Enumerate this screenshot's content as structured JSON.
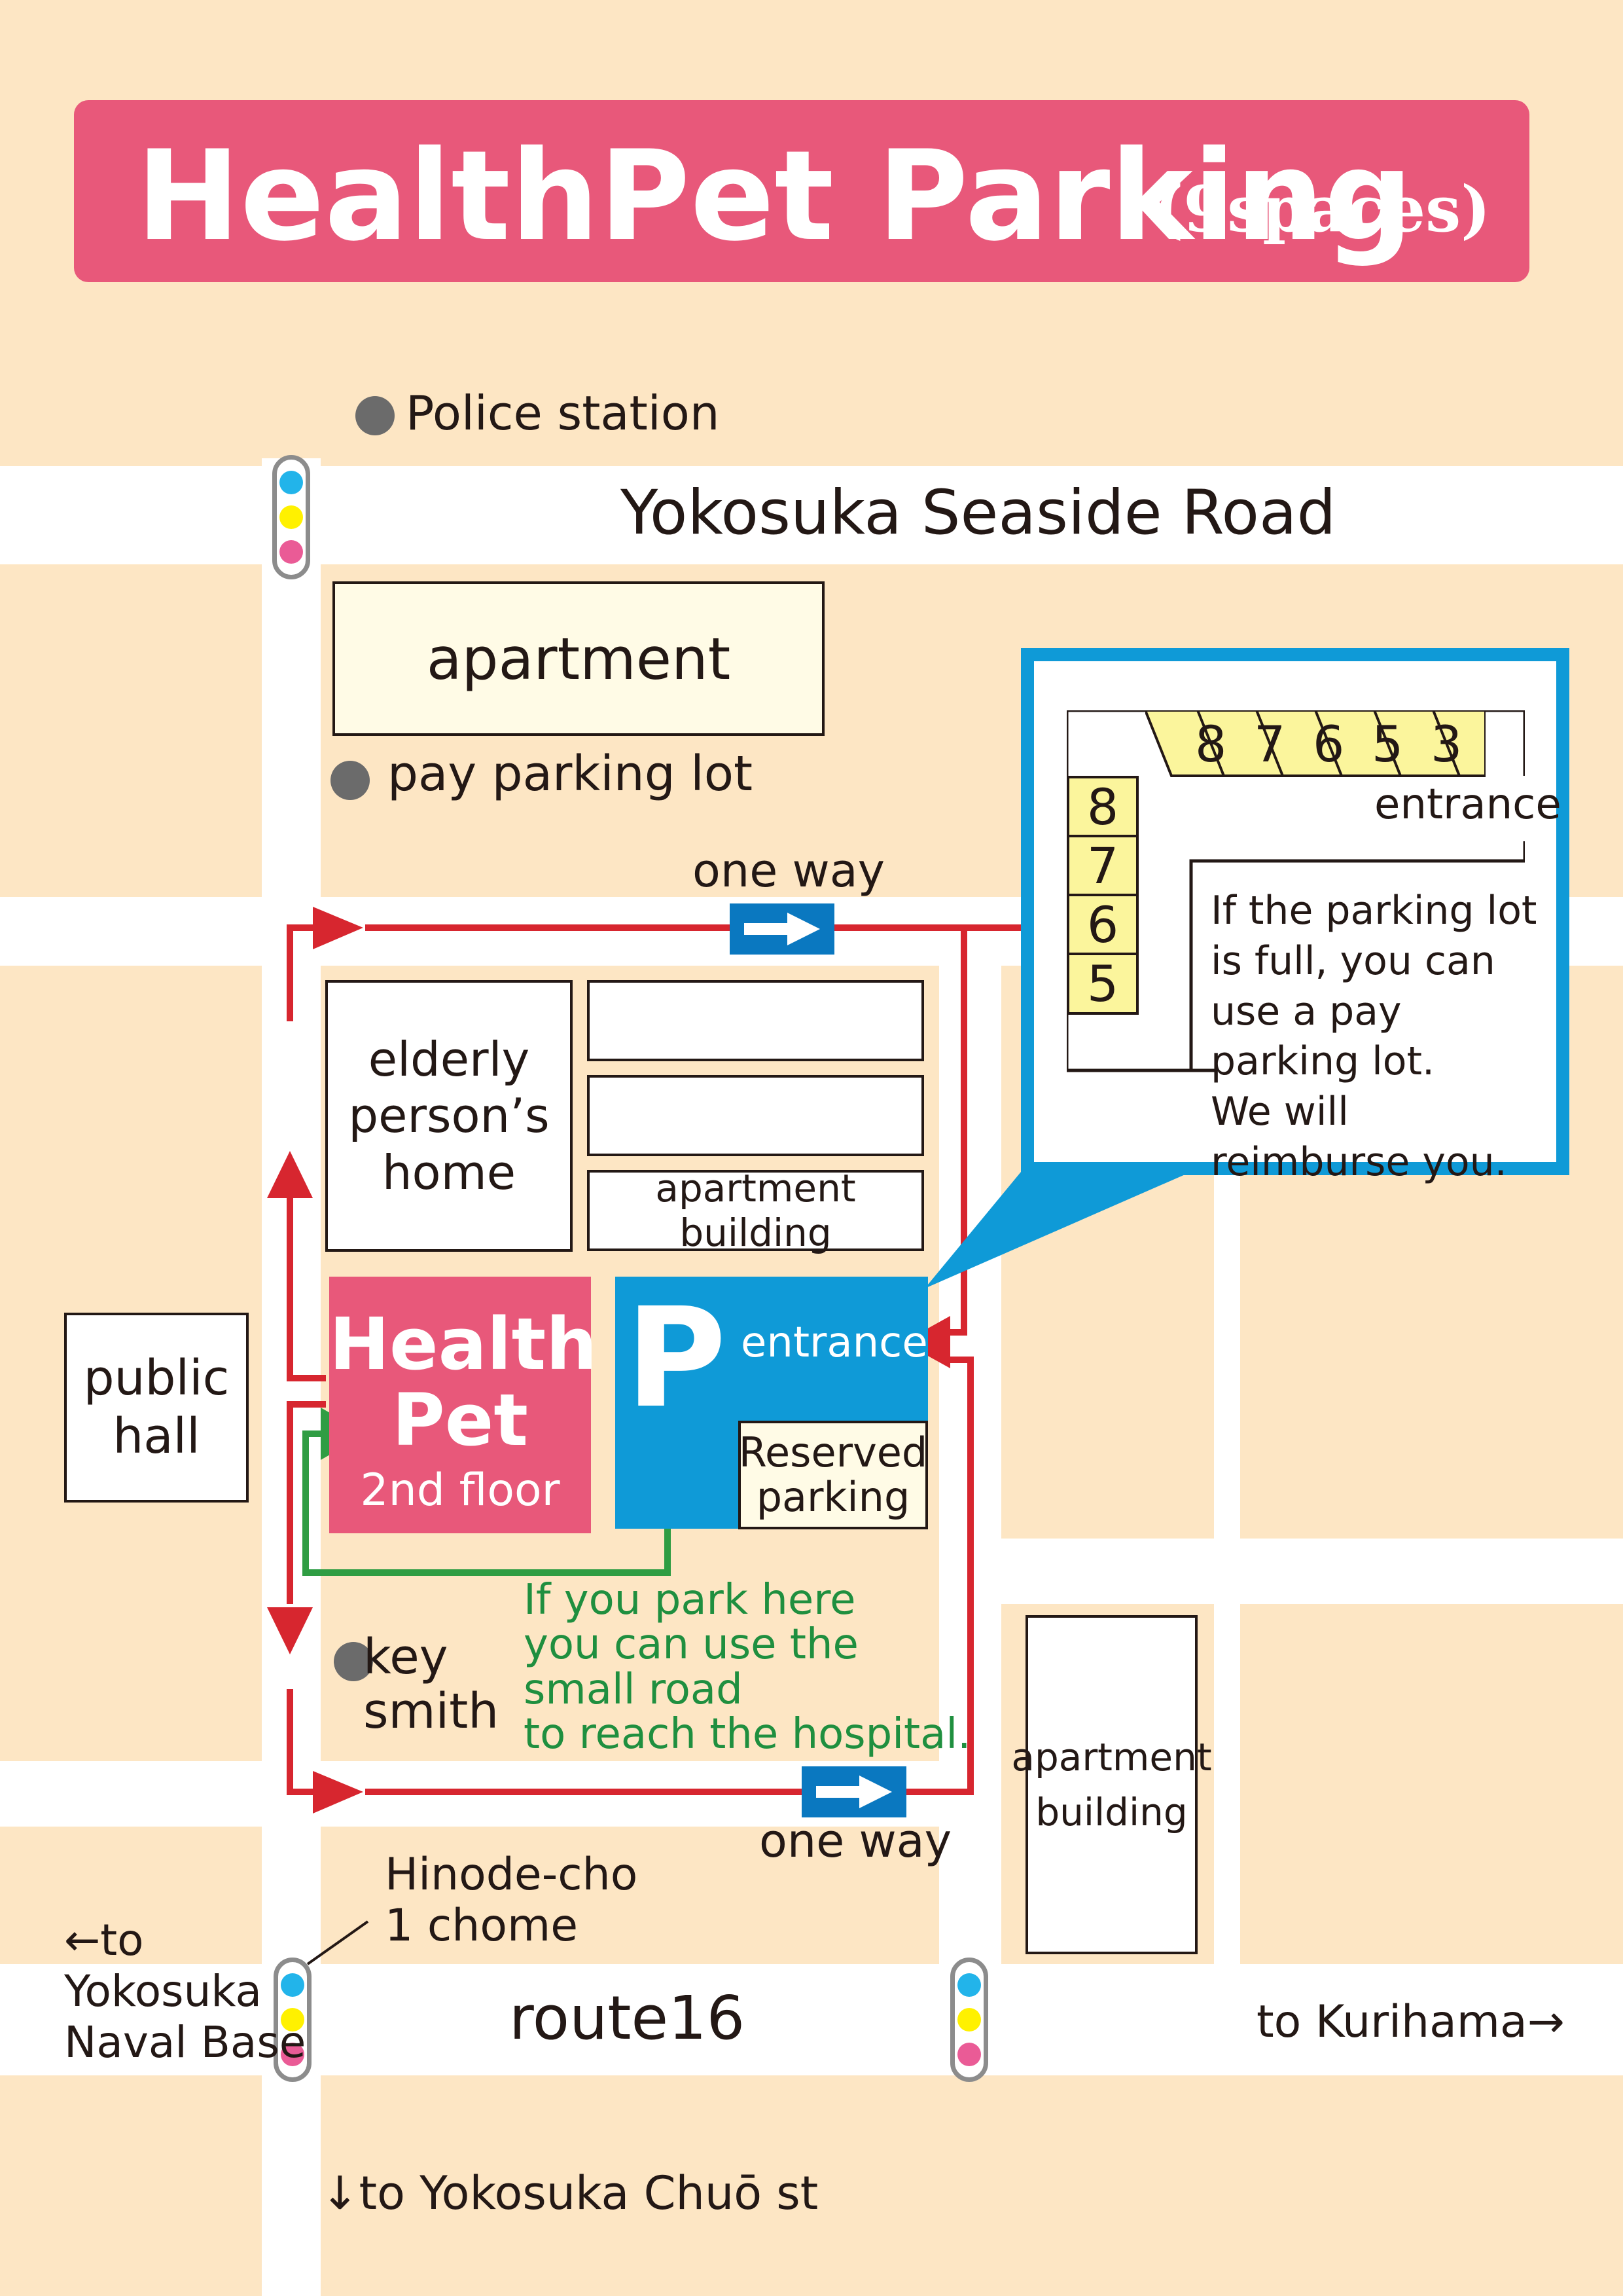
{
  "title": {
    "main": "HealthPet Parking",
    "sub": "(9spaces)"
  },
  "labels": {
    "police_station": "Police station",
    "seaside_road": "Yokosuka Seaside Road",
    "apartment_top": "apartment",
    "pay_parking_lot": "pay parking lot",
    "one_way_top": "one way",
    "one_way_bottom": "one way",
    "elderly_home": "elderly\nperson’s\nhome",
    "apartment_building_center": "apartment building",
    "public_hall": "public\nhall",
    "health_pet": "Health\nPet",
    "health_pet_floor": "2nd floor",
    "parking_letter": "P",
    "parking_entrance": "entrance",
    "reserved_parking": "Reserved\nparking",
    "green_note": "If you park here\nyou can use the\nsmall road\nto reach the hospital.",
    "key_smith": "key\nsmith",
    "apartment_building_right": "apartment\nbuilding",
    "hinode_cho": "Hinode-cho\n1 chome",
    "to_naval_base": "←to\nYokosuka\nNaval Base",
    "route16": "route16",
    "to_kurihama": "to Kurihama→",
    "to_chuo": "↓to Yokosuka  Chuō st"
  },
  "callout": {
    "entrance": "entrance",
    "note": "If the parking lot\nis full, you can\nuse a pay parking lot.\nWe will\nreimburse you.",
    "top_spaces": [
      "8",
      "7",
      "6",
      "5",
      "3"
    ],
    "left_spaces": [
      "8",
      "7",
      "6",
      "5"
    ]
  },
  "colors": {
    "background": "#fde6c4",
    "title_banner": "#e8587a",
    "healthpet_block": "#e8587a",
    "parking_blue": "#0f9ad7",
    "callout_border": "#0f9ad7",
    "route_red": "#d7262f",
    "route_green": "#2f9d43",
    "green_text": "#1f8f3f",
    "one_way_sign": "#0a78c0",
    "space_yellow": "#fbf59c",
    "signal_blue": "#22b4ea",
    "signal_yellow": "#fff100",
    "signal_pink": "#ea5b96"
  },
  "icons": [
    "traffic-signal-icon",
    "landmark-dot-icon",
    "one-way-arrow-icon",
    "direction-arrow-icon"
  ]
}
